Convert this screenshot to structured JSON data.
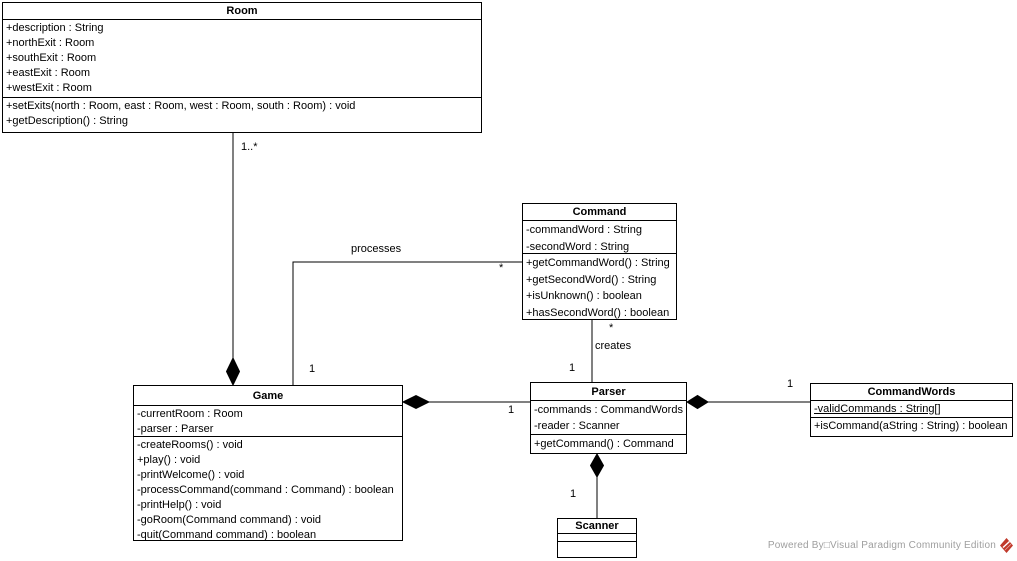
{
  "classes": {
    "room": {
      "name": "Room",
      "attributes": [
        "+description : String",
        "+northExit : Room",
        "+southExit : Room",
        "+eastExit : Room",
        "+westExit : Room"
      ],
      "operations": [
        "+setExits(north : Room, east : Room, west : Room, south : Room) : void",
        "+getDescription() : String"
      ]
    },
    "command": {
      "name": "Command",
      "attributes": [
        "-commandWord : String",
        "-secondWord : String"
      ],
      "operations": [
        "+getCommandWord() : String",
        "+getSecondWord() : String",
        "+isUnknown() : boolean",
        "+hasSecondWord() : boolean"
      ]
    },
    "game": {
      "name": "Game",
      "attributes": [
        "-currentRoom : Room",
        "-parser : Parser"
      ],
      "operations": [
        "-createRooms() : void",
        "+play() : void",
        "-printWelcome() : void",
        "-processCommand(command : Command) : boolean",
        "-printHelp() : void",
        "-goRoom(Command command) : void",
        "-quit(Command command) : boolean"
      ]
    },
    "parser": {
      "name": "Parser",
      "attributes": [
        "-commands : CommandWords",
        "-reader : Scanner"
      ],
      "operations": [
        "+getCommand() : Command"
      ]
    },
    "commandwords": {
      "name": "CommandWords",
      "attributes": [
        {
          "label": "-validCommands : String[]",
          "static": true
        }
      ],
      "operations": [
        "+isCommand(aString : String) : boolean"
      ]
    },
    "scanner": {
      "name": "Scanner",
      "attributes": [],
      "operations": []
    }
  },
  "relationships": {
    "game_room": {
      "type": "composition",
      "room_multiplicity": "1..*"
    },
    "game_command": {
      "type": "association",
      "name": "processes",
      "game_multiplicity": "1",
      "command_multiplicity": "*"
    },
    "command_parser": {
      "type": "association",
      "name": "creates",
      "command_multiplicity": "*",
      "parser_multiplicity": "1"
    },
    "game_parser": {
      "type": "composition",
      "parser_multiplicity": "1"
    },
    "parser_commandwords": {
      "type": "composition",
      "commandwords_multiplicity": "1"
    },
    "parser_scanner": {
      "type": "composition",
      "scanner_multiplicity": "1"
    }
  },
  "watermark": {
    "text": "Powered By□Visual Paradigm Community Edition",
    "logo_color": "#c0392b",
    "text_color": "#9e9e9e"
  }
}
